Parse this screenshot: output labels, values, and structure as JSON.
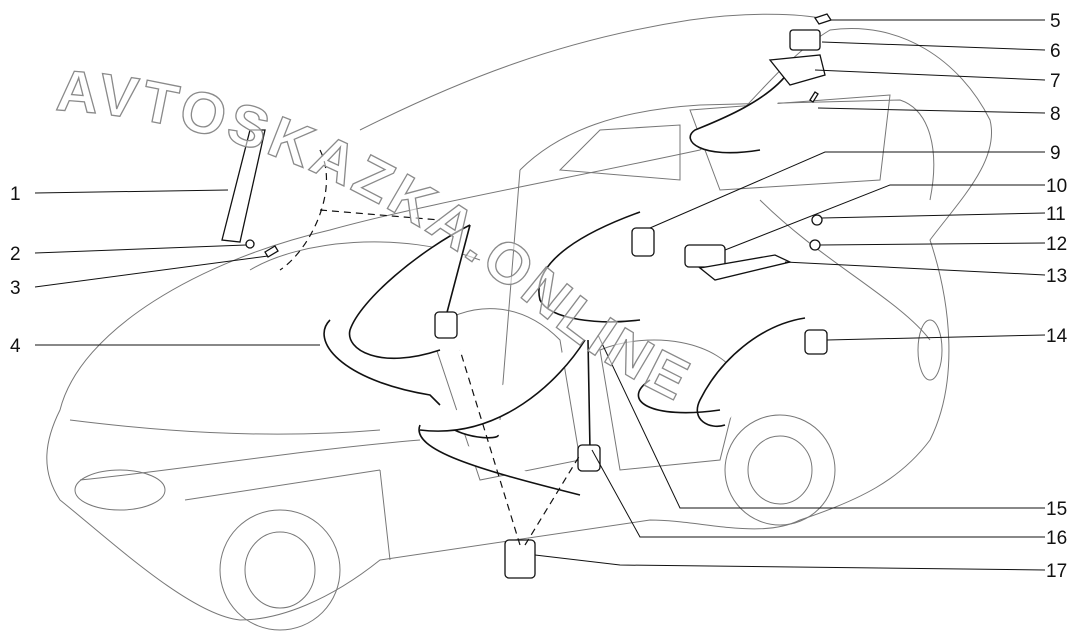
{
  "diagram": {
    "watermark": "AVTOSKAZKA.ONLINE",
    "callouts": [
      "1",
      "2",
      "3",
      "4",
      "5",
      "6",
      "7",
      "8",
      "9",
      "10",
      "11",
      "12",
      "13",
      "14",
      "15",
      "16",
      "17"
    ]
  }
}
